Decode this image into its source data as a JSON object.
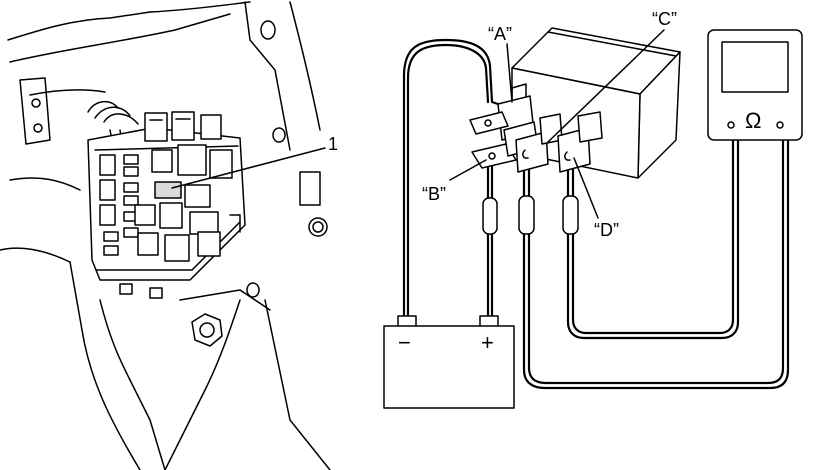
{
  "labels": {
    "callout_1": "1",
    "terminal_a": "“A”",
    "terminal_b": "“B”",
    "terminal_c": "“C”",
    "terminal_d": "“D”",
    "battery_negative": "−",
    "battery_positive": "+",
    "meter_symbol": "Ω"
  }
}
